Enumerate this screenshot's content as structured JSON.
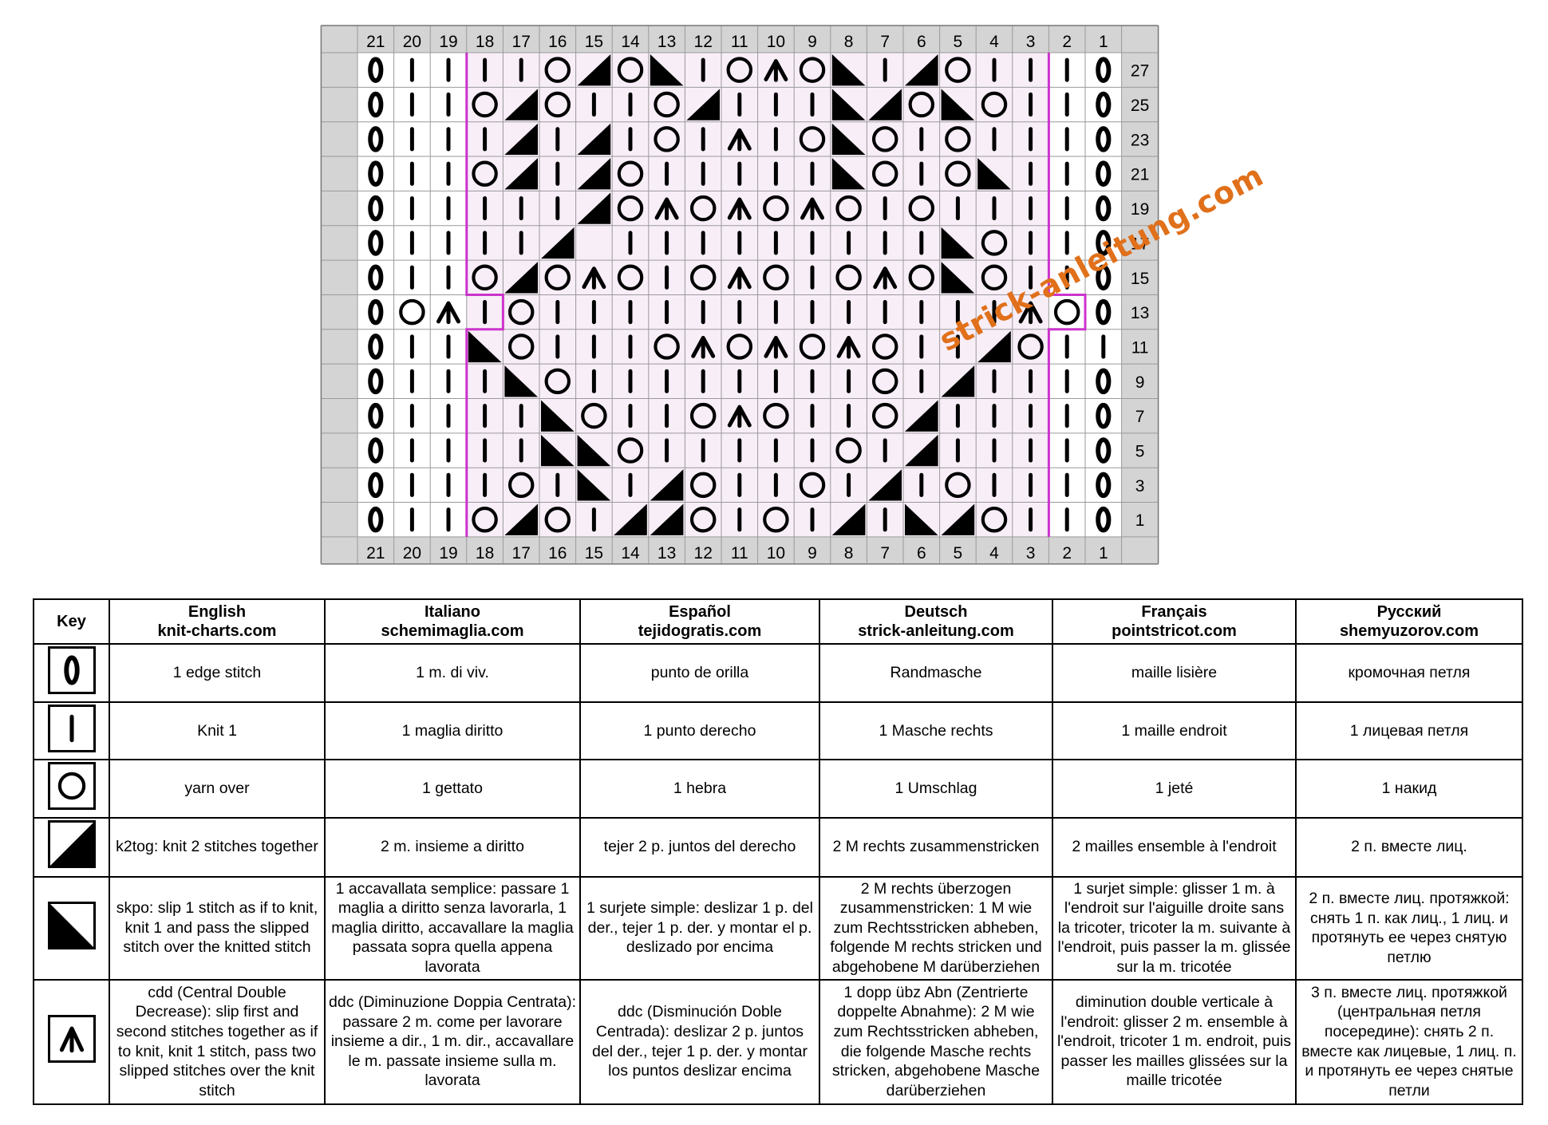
{
  "chart": {
    "column_numbers": [
      "21",
      "20",
      "19",
      "18",
      "17",
      "16",
      "15",
      "14",
      "13",
      "12",
      "11",
      "10",
      "9",
      "8",
      "7",
      "6",
      "5",
      "4",
      "3",
      "2",
      "1"
    ],
    "row_numbers": [
      "27",
      "25",
      "23",
      "21",
      "19",
      "17",
      "15",
      "13",
      "11",
      "9",
      "7",
      "5",
      "3",
      "1"
    ],
    "symbol_codes": {
      "e": "edge-stitch",
      "k": "knit",
      "o": "yarn-over",
      "r": "k2tog",
      "l": "skpo",
      "c": "cdd",
      "b": "blank"
    },
    "rows": [
      "ekkkkorolkocolkrokkke",
      "ekkorokkorkkklrolokke",
      "ekkkrkrkokckolokokkke",
      "ekkorkrokkkkklokolkke",
      "ekkkkkrocococokokkkke",
      "ekkkkrbkkkkkkkkklokke",
      "ekkorocokocokocolokke",
      "eockokkkkkkkkkkkkkcoe",
      "ekklokkkocococokkrokk",
      "ekkklokkkkkkkkokrkkke",
      "ekkkklokkocokkorkkkke",
      "ekkkkllokkkkkokrkkkke",
      "ekkkoklkrokkokrkokkke",
      "ekkorokrrokokrklrokke"
    ],
    "pattern_repeat_outline_color": "#cc33cc",
    "repeat_fill_color": "#f8eef8",
    "header_fill_color": "#d4d4d4"
  },
  "watermark": {
    "text": "strick-anleitung.com",
    "color": "#e0701a"
  },
  "key": {
    "header": {
      "key": "Key",
      "langs": [
        {
          "name": "English",
          "site": "knit-charts.com"
        },
        {
          "name": "Italiano",
          "site": "schemimaglia.com"
        },
        {
          "name": "Español",
          "site": "tejidogratis.com"
        },
        {
          "name": "Deutsch",
          "site": "strick-anleitung.com"
        },
        {
          "name": "Français",
          "site": "pointstricot.com"
        },
        {
          "name": "Русский",
          "site": "shemyuzorov.com"
        }
      ]
    },
    "rows": [
      {
        "symbol": "edge-stitch-icon",
        "texts": [
          "1 edge stitch",
          "1 m. di viv.",
          "punto de orilla",
          "Randmasche",
          "maille lisière",
          "кромочная петля"
        ]
      },
      {
        "symbol": "knit-icon",
        "texts": [
          "Knit 1",
          "1 maglia diritto",
          "1 punto derecho",
          "1 Masche rechts",
          "1 maille endroit",
          "1 лицевая петля"
        ]
      },
      {
        "symbol": "yarn-over-icon",
        "texts": [
          "yarn over",
          "1 gettato",
          "1 hebra",
          "1 Umschlag",
          "1 jeté",
          "1 накид"
        ]
      },
      {
        "symbol": "k2tog-icon",
        "texts": [
          "k2tog: knit 2 stitches together",
          "2 m. insieme a diritto",
          "tejer 2 p. juntos del derecho",
          "2 M rechts zusammenstricken",
          "2 mailles ensemble à l'endroit",
          "2 п. вместе лиц."
        ]
      },
      {
        "symbol": "skpo-icon",
        "texts": [
          "skpo: slip 1 stitch as if to knit, knit 1 and pass the slipped stitch over the knitted stitch",
          "1 accavallata semplice: passare 1 maglia a diritto senza lavorarla, 1 maglia diritto, accavallare la maglia passata sopra quella appena lavorata",
          "1 surjete simple: deslizar 1 p. del der., tejer 1 p. der. y montar el p. deslizado por encima",
          "2 M rechts überzogen zusammenstricken: 1 M wie zum Rechtsstricken abheben, folgende M rechts stricken und abgehobene M darüberziehen",
          "1 surjet simple: glisser 1 m. à l'endroit sur l'aiguille droite sans la tricoter, tricoter la m. suivante à l'endroit, puis passer la m. glissée sur la m. tricotée",
          "2 п. вместе лиц. протяжкой: снять 1 п. как лиц., 1 лиц. и протянуть ее через снятую петлю"
        ]
      },
      {
        "symbol": "cdd-icon",
        "texts": [
          "cdd (Central Double Decrease): slip first and second stitches together as if to knit, knit 1 stitch, pass two slipped stitches over the knit stitch",
          "ddc (Diminuzione Doppia Centrata): passare 2 m. come per lavorare insieme a dir., 1 m. dir., accavallare le m. passate insieme sulla m. lavorata",
          "ddc (Disminución Doble Centrada): deslizar 2 p. juntos del der., tejer 1 p. der. y montar los puntos deslizar encima",
          "1 dopp übz Abn (Zentrierte doppelte Abnahme): 2 M wie zum Rechtsstricken abheben, die folgende Masche rechts stricken, abgehobene Masche darüberziehen",
          "diminution double verticale à l'endroit: glisser 2 m. ensemble à l'endroit, tricoter 1 m. endroit, puis passer les mailles glissées sur la maille tricotée",
          "3 п. вместе лиц. протяжкой (центральная петля посередине): снять 2 п. вместе как лицевые, 1 лиц. п. и протянуть ее через снятые петли"
        ]
      }
    ]
  }
}
